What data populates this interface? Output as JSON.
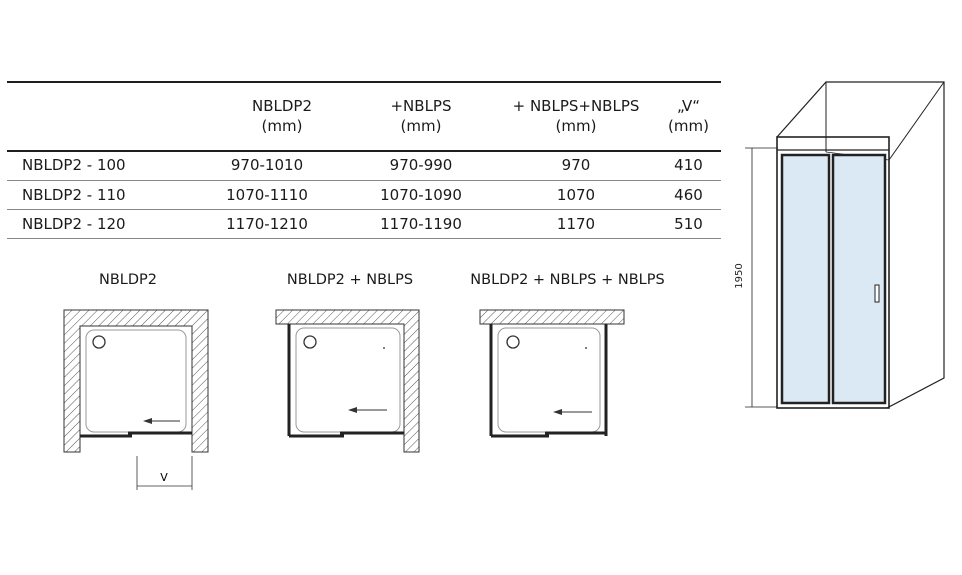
{
  "table": {
    "headers": [
      {
        "line1": "",
        "line2": ""
      },
      {
        "line1": "NBLDP2",
        "line2": "(mm)"
      },
      {
        "line1": "+NBLPS",
        "line2": "(mm)"
      },
      {
        "line1": "+ NBLPS+NBLPS",
        "line2": "(mm)"
      },
      {
        "line1": "„V“",
        "line2": "(mm)"
      }
    ],
    "rows": [
      [
        "NBLDP2 - 100",
        "970-1010",
        "970-990",
        "970",
        "410"
      ],
      [
        "NBLDP2 - 110",
        "1070-1110",
        "1070-1090",
        "1070",
        "460"
      ],
      [
        "NBLDP2 - 120",
        "1170-1210",
        "1170-1190",
        "1170",
        "510"
      ]
    ]
  },
  "plans": {
    "plan1_title": "NBLDP2",
    "plan2_title": "NBLDP2 + NBLPS",
    "plan3_title": "NBLDP2 + NBLPS + NBLPS",
    "dimension_v": "V"
  },
  "elevation": {
    "height_label": "1950"
  },
  "colors": {
    "glass": "#dbe9f5",
    "frame": "#2a2a2a",
    "line": "#1a1a1a"
  }
}
